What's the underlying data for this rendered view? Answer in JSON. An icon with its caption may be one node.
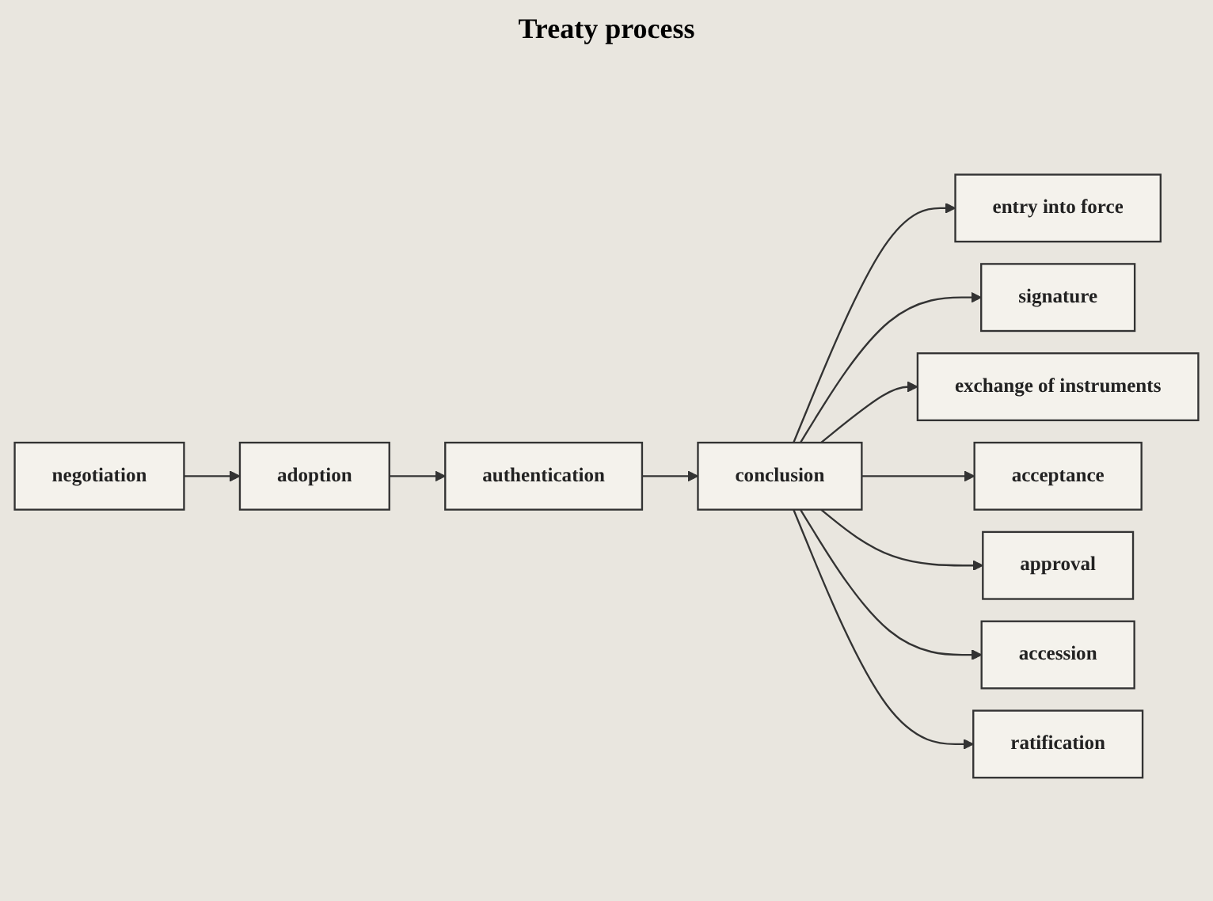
{
  "diagram": {
    "title": "Treaty process",
    "nodes": [
      {
        "text": [
          "negotiation"
        ]
      },
      {
        "text": [
          "adoption"
        ]
      },
      {
        "text": [
          "authentication"
        ]
      },
      {
        "text": [
          "conclusion"
        ]
      },
      {
        "text": [
          "entry into force"
        ]
      },
      {
        "text": [
          "signature"
        ]
      },
      {
        "text": [
          "exchange of instruments"
        ]
      },
      {
        "text": [
          "acceptance"
        ]
      },
      {
        "text": [
          "approval"
        ]
      },
      {
        "text": [
          "accession"
        ]
      },
      {
        "text": [
          "ratification"
        ]
      }
    ],
    "edges": [
      {
        "from": 0,
        "to": 1,
        "arrow": "to"
      },
      {
        "from": 1,
        "to": 2,
        "arrow": "to"
      },
      {
        "from": 2,
        "to": 3,
        "arrow": "to"
      },
      {
        "from": 3,
        "to": 4,
        "arrow": "to"
      },
      {
        "from": 3,
        "to": 5,
        "arrow": "to"
      },
      {
        "from": 3,
        "to": 6,
        "arrow": "to"
      },
      {
        "from": 3,
        "to": 7,
        "arrow": "to"
      },
      {
        "from": 3,
        "to": 8,
        "arrow": "to"
      },
      {
        "from": 3,
        "to": 9,
        "arrow": "to"
      },
      {
        "from": 3,
        "to": 10,
        "arrow": "to"
      }
    ]
  }
}
